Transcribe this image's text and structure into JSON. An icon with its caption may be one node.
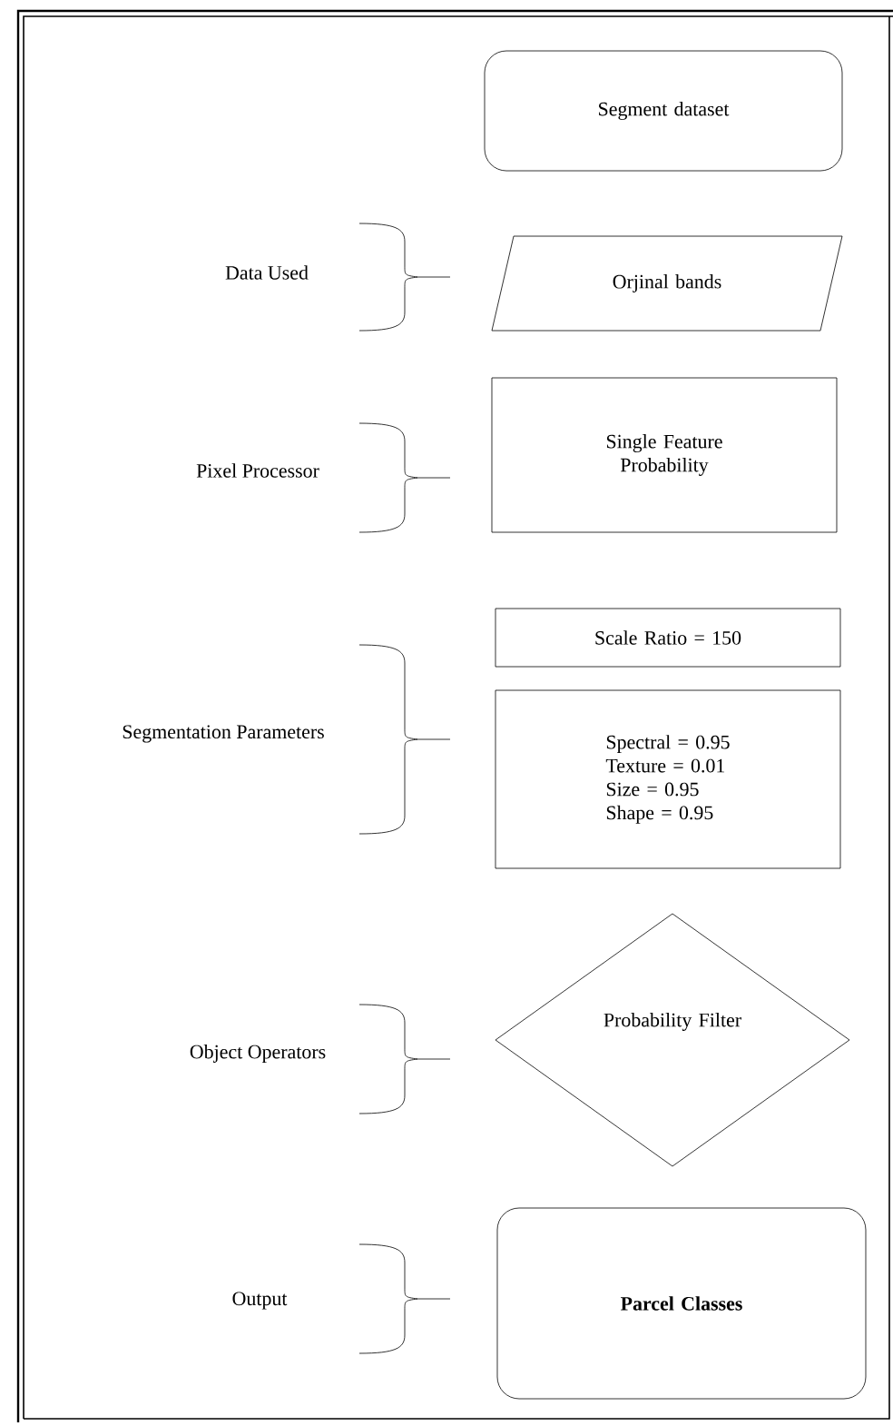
{
  "diagram": {
    "nodes": [
      {
        "text": [
          "Segment dataset"
        ]
      },
      {
        "text": [
          "Orjinal bands"
        ]
      },
      {
        "text": [
          "Single Feature Probability"
        ]
      },
      {
        "text": [
          "Scale Ratio = 150"
        ]
      },
      {
        "text": [
          "Spectral = 0.95",
          "Texture = 0.01",
          "Size = 0.95",
          "Shape = 0.95"
        ]
      },
      {
        "text": [
          "Probability Filter"
        ]
      },
      {
        "text": [
          "Parcel Classes"
        ]
      }
    ],
    "labels": [
      "Data Used",
      "Pixel Processor",
      "Segmentation Parameters",
      "Object Operators",
      "Output"
    ]
  }
}
